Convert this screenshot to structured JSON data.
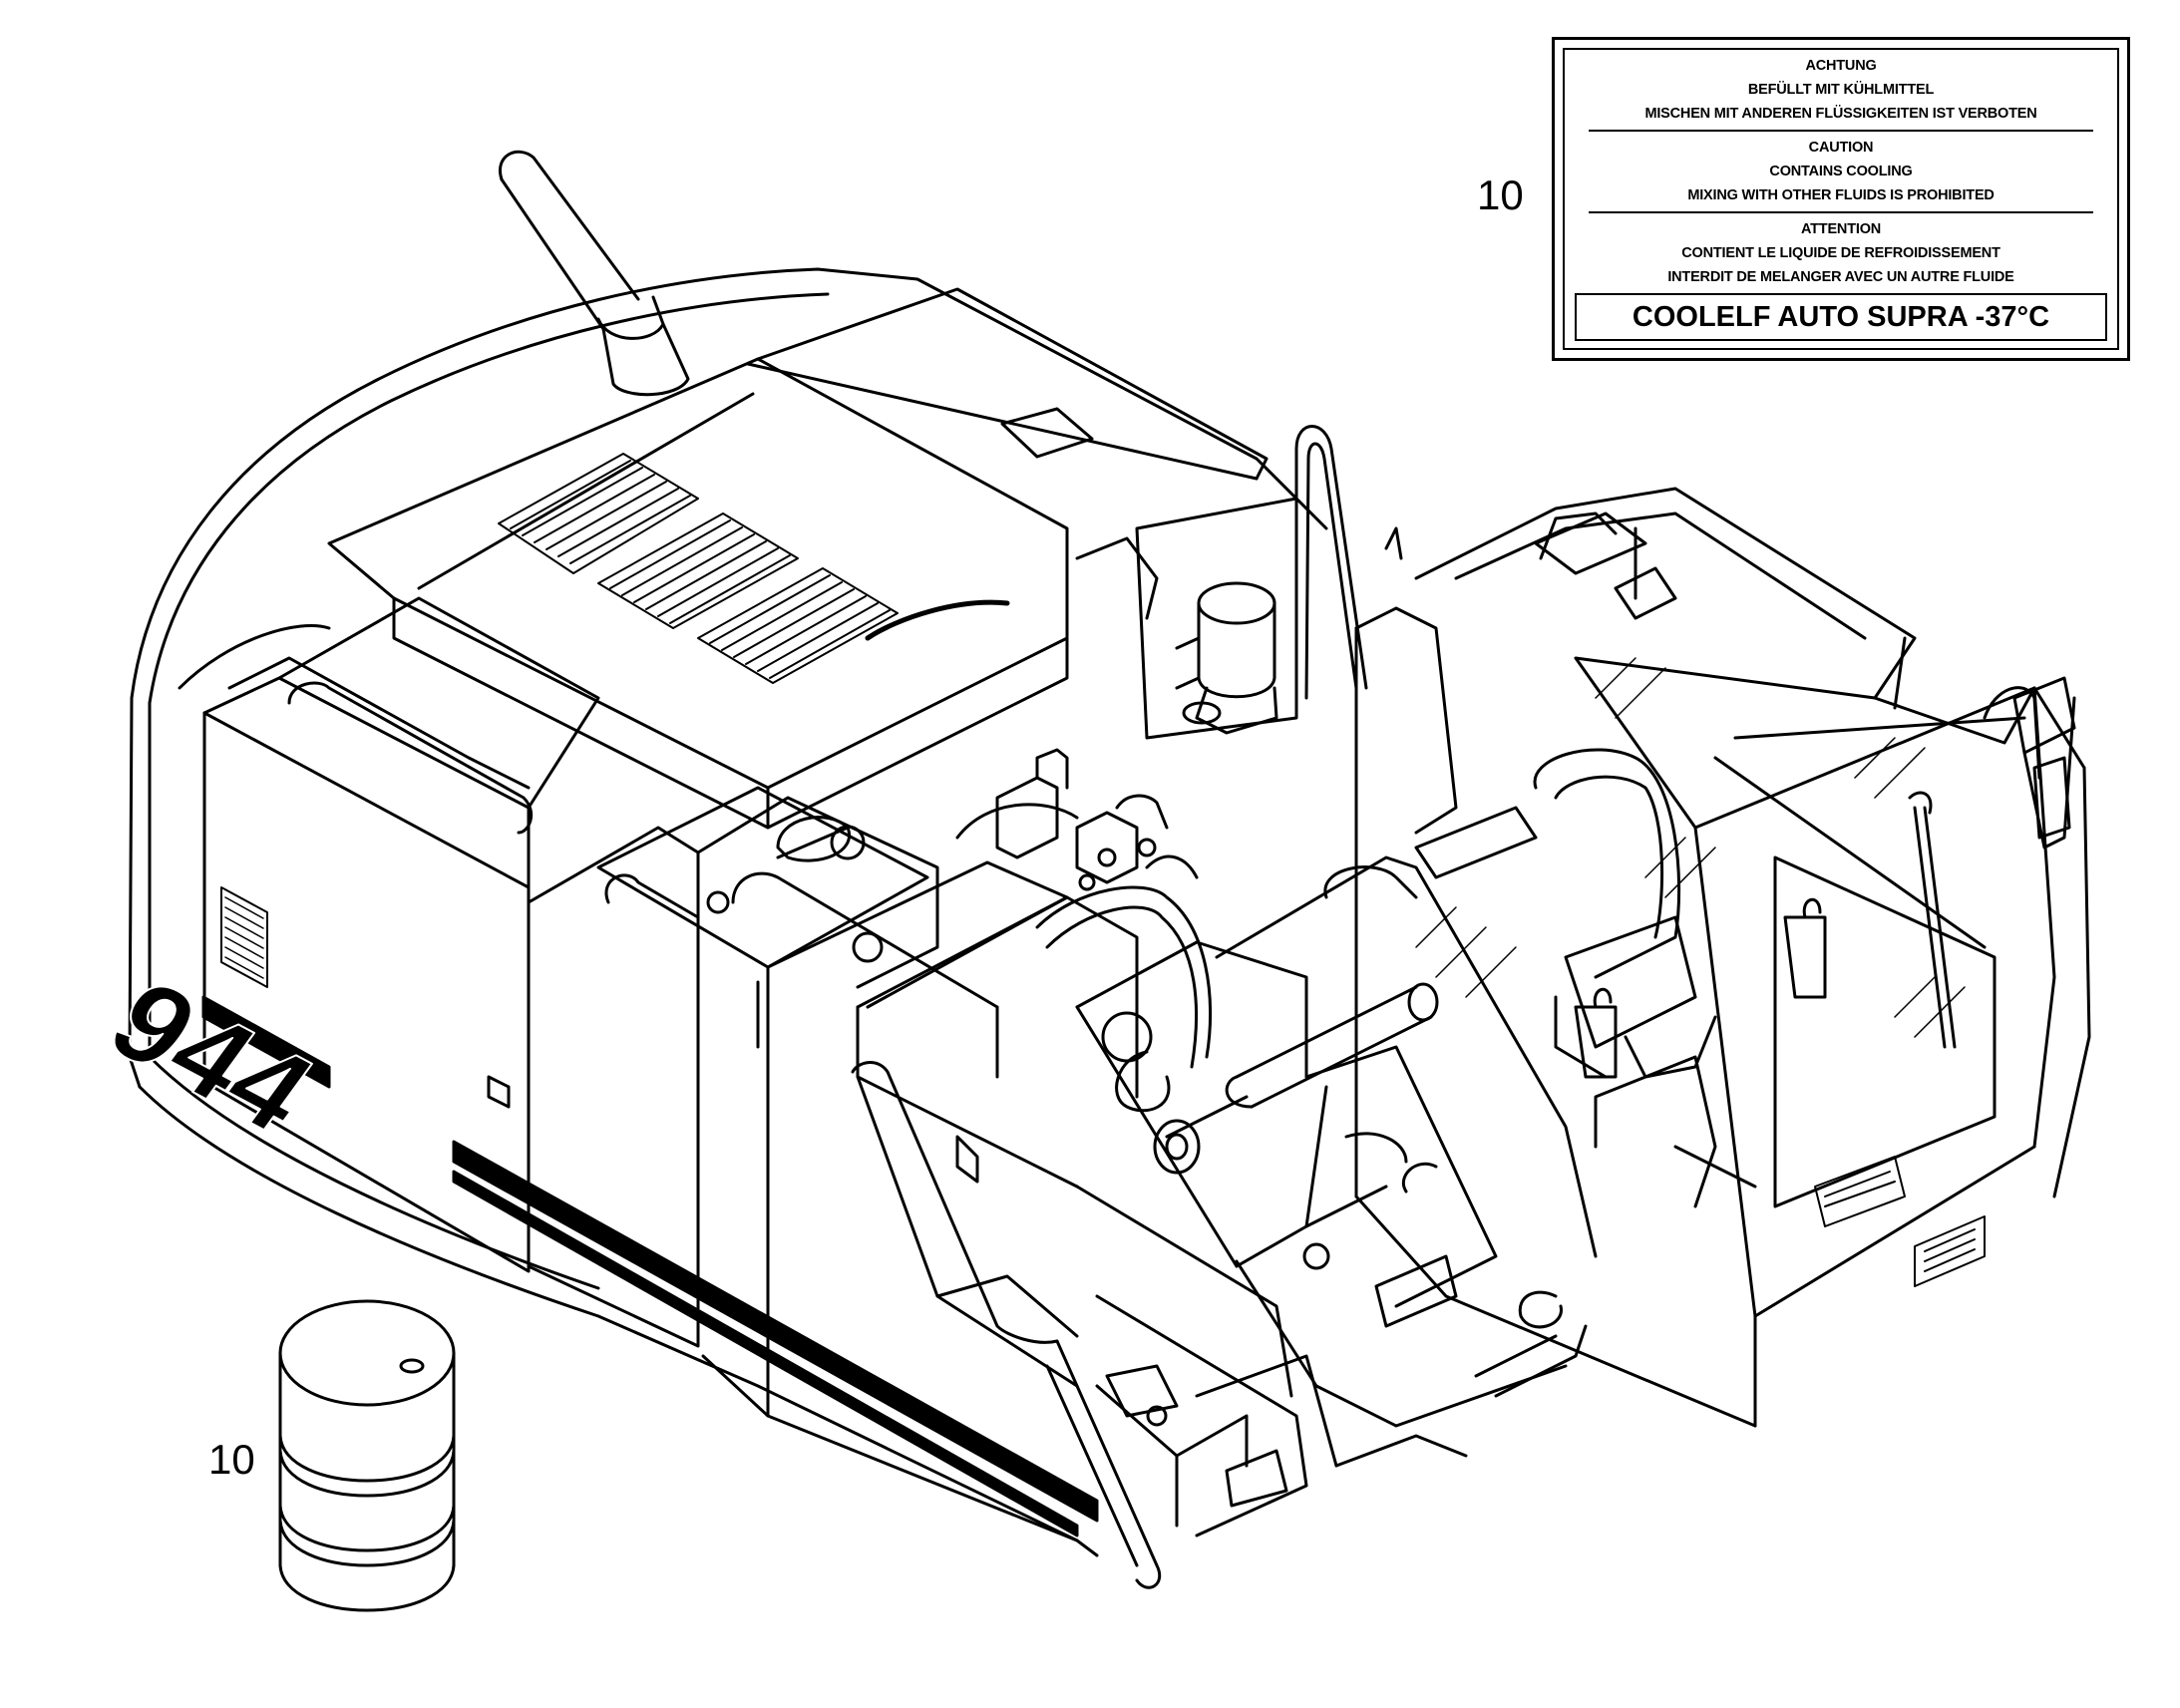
{
  "callouts": {
    "coolant_label_number": "10",
    "coolant_drum_number": "10"
  },
  "coolant_label": {
    "de": [
      "ACHTUNG",
      "BEFÜLLT MIT KÜHLMITTEL",
      "MISCHEN MIT ANDEREN FLÜSSIGKEITEN IST VERBOTEN"
    ],
    "en": [
      "CAUTION",
      "CONTAINS COOLING",
      "MIXING WITH OTHER FLUIDS IS PROHIBITED"
    ],
    "fr": [
      "ATTENTION",
      "CONTIENT LE LIQUIDE DE REFROIDISSEMENT",
      "INTERDIT DE MELANGER AVEC UN AUTRE FLUIDE"
    ],
    "product": "COOLELF AUTO SUPRA -37°C"
  },
  "machine": {
    "model_decal": "944"
  },
  "icons": {
    "drum": "oil-drum-icon",
    "machine": "excavator-upper-structure-icon"
  },
  "colors": {
    "line": "#000000",
    "background": "#ffffff"
  }
}
